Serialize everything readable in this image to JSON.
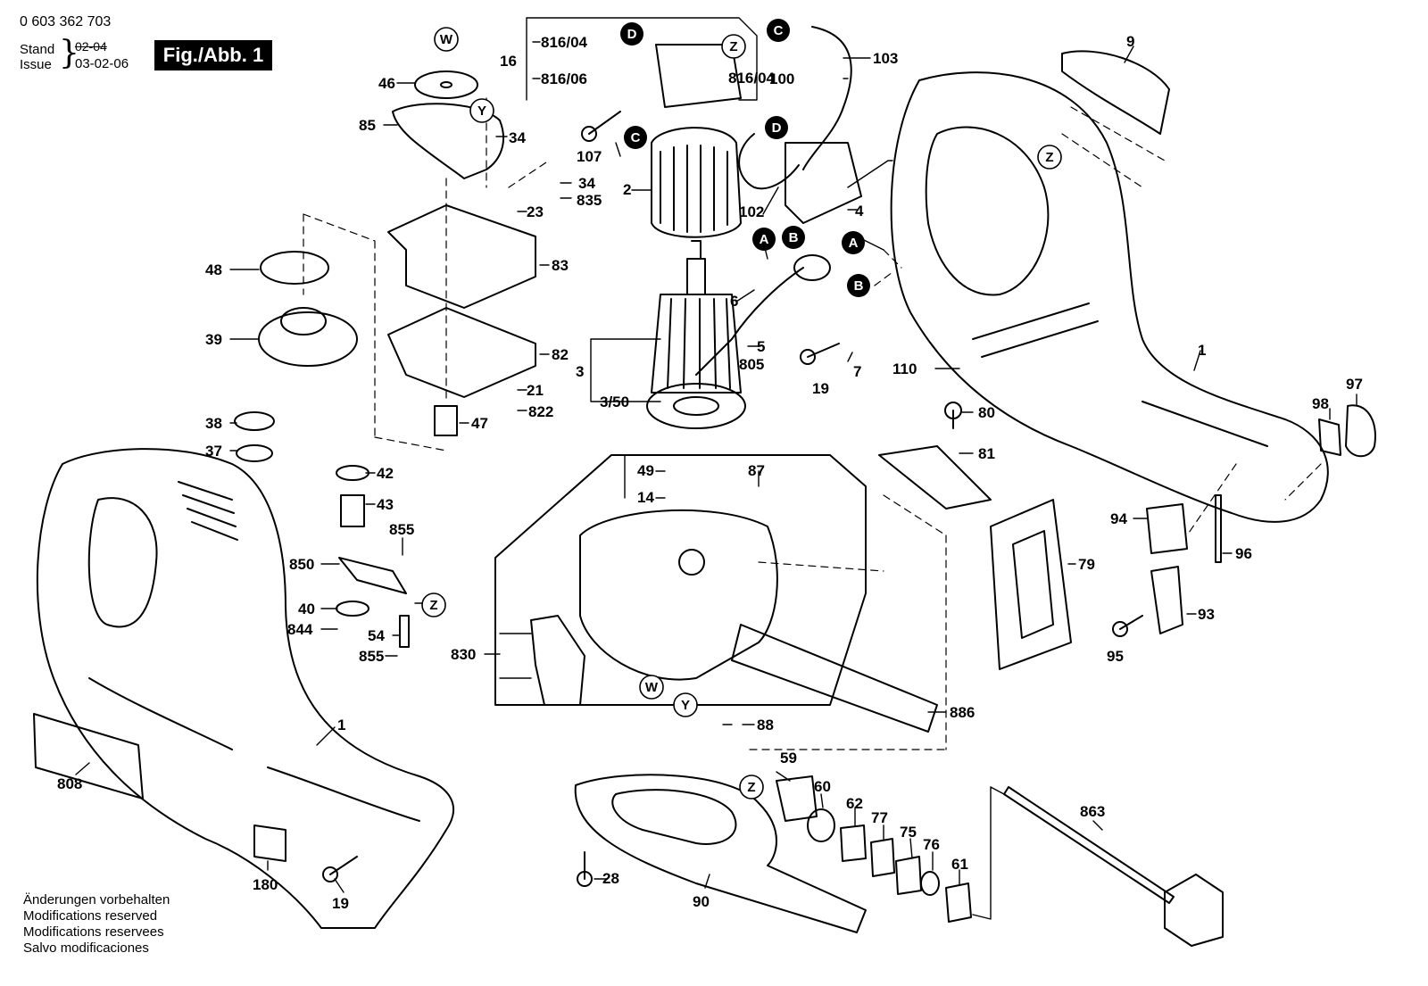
{
  "header": {
    "doc_number": "0 603 362 703",
    "stand_label": "Stand",
    "issue_label": "Issue",
    "old_date": "02-04",
    "issue_date": "03-02-06",
    "figure_label": "Fig./Abb. 1"
  },
  "notes": [
    "Änderungen vorbehalten",
    "Modifications reserved",
    "Modifications reservees",
    "Salvo modificaciones"
  ],
  "part_numbers": [
    "1",
    "1",
    "2",
    "3",
    "3/50",
    "4",
    "5",
    "6",
    "7",
    "9",
    "14",
    "16",
    "19",
    "19",
    "21",
    "23",
    "28",
    "34",
    "34",
    "37",
    "38",
    "39",
    "40",
    "42",
    "43",
    "46",
    "47",
    "48",
    "49",
    "54",
    "59",
    "60",
    "61",
    "62",
    "75",
    "76",
    "77",
    "79",
    "80",
    "81",
    "82",
    "83",
    "85",
    "87",
    "88",
    "90",
    "93",
    "94",
    "95",
    "96",
    "97",
    "98",
    "100",
    "102",
    "103",
    "107",
    "110",
    "180",
    "805",
    "808",
    "816/04",
    "816/04",
    "816/06",
    "822",
    "830",
    "835",
    "844",
    "850",
    "855",
    "855",
    "863",
    "886"
  ],
  "reference_letters": [
    "A",
    "A",
    "B",
    "B",
    "C",
    "C",
    "D",
    "D",
    "W",
    "W",
    "Y",
    "Y",
    "Z",
    "Z",
    "Z",
    "Z"
  ]
}
